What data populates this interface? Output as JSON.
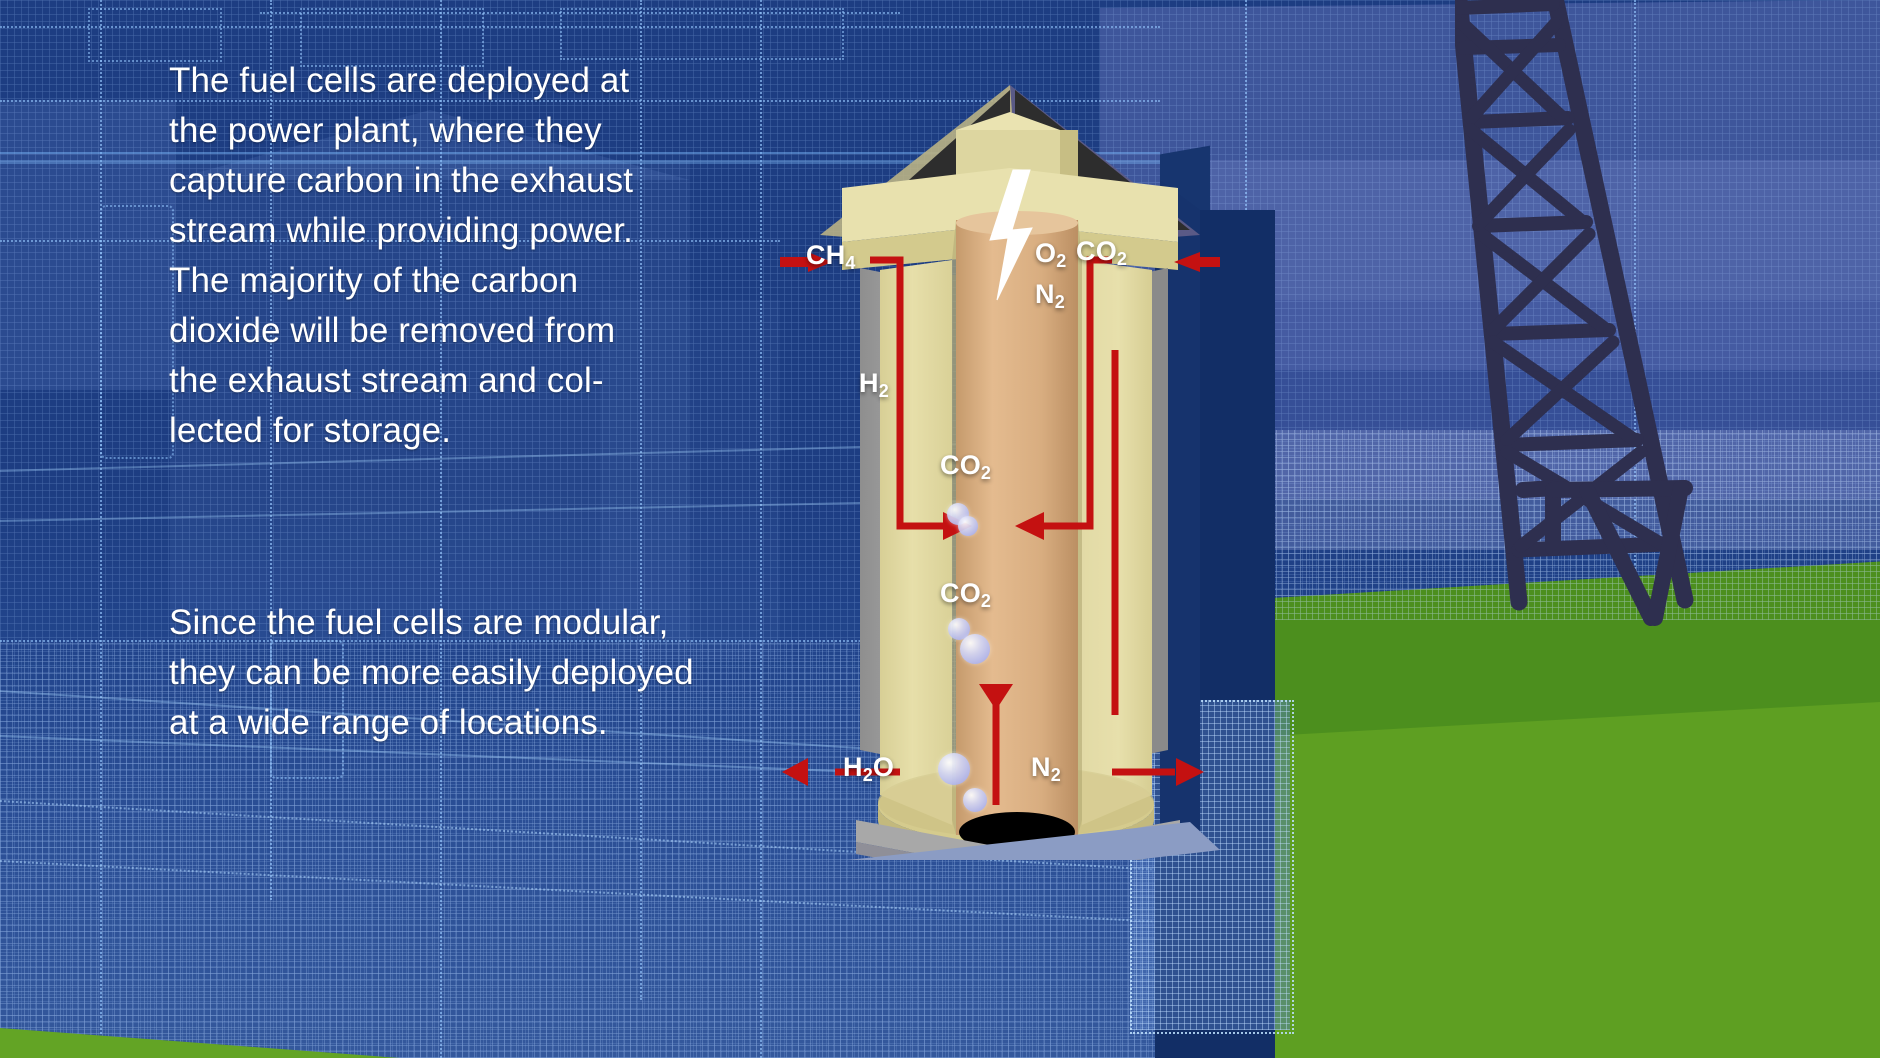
{
  "scene": {
    "title": "Fuel cell carbon capture at a power plant",
    "colors": {
      "background_blue": "#1d3d82",
      "blueprint_line": "#96c8ff",
      "grass_green": "#5e9f22",
      "tower_dark": "#2e2f4f",
      "cell_body_yellow": "#ddd69a",
      "cell_core_tan": "#d8b183",
      "arrow_red": "#c41111",
      "text_white": "#ffffff"
    }
  },
  "narrative": {
    "paragraph_1": "The fuel cells are deployed at\nthe power plant, where they\ncapture carbon in the exhaust\nstream while providing power.\nThe majority of the carbon\ndioxide will be removed from\nthe exhaust stream and col-\nlected for storage.",
    "paragraph_2": "Since the fuel cells are modular,\nthey can be more easily deployed\nat a wide range of locations."
  },
  "diagram": {
    "name": "molten-carbonate-fuel-cell-cutaway",
    "power_icon": "lightning-bolt-icon",
    "labels": [
      {
        "id": "ch4",
        "species": "CH",
        "sub": "4",
        "position": "top-left-inlet"
      },
      {
        "id": "o2",
        "species": "O",
        "sub": "2",
        "position": "top-right-inlet"
      },
      {
        "id": "co2-in",
        "species": "CO",
        "sub": "2",
        "position": "top-right-inlet"
      },
      {
        "id": "n2-top",
        "species": "N",
        "sub": "2",
        "position": "upper-right"
      },
      {
        "id": "h2",
        "species": "H",
        "sub": "2",
        "position": "mid-left"
      },
      {
        "id": "co2-mid",
        "species": "CO",
        "sub": "2",
        "position": "center-upper"
      },
      {
        "id": "co2-low",
        "species": "CO",
        "sub": "2",
        "position": "center-lower"
      },
      {
        "id": "h2o",
        "species": "H",
        "sub": "2",
        "suffix": "O",
        "position": "bottom-left-outlet"
      },
      {
        "id": "n2-bottom",
        "species": "N",
        "sub": "2",
        "position": "bottom-right-outlet"
      }
    ],
    "flows": [
      {
        "from": "CH4",
        "direction": "in",
        "side": "left"
      },
      {
        "from": "O2 / CO2",
        "direction": "in",
        "side": "right"
      },
      {
        "from": "H2",
        "direction": "down-then-right",
        "side": "left"
      },
      {
        "from": "N2",
        "direction": "down-then-left",
        "side": "right"
      },
      {
        "from": "CO2",
        "direction": "down",
        "side": "center"
      },
      {
        "from": "H2O",
        "direction": "out",
        "side": "left"
      },
      {
        "from": "N2",
        "direction": "out",
        "side": "right"
      }
    ],
    "bubble_label": "co2-molecule-bubble"
  },
  "environment": {
    "transmission_tower": "power-transmission-tower",
    "ground": "grass-field",
    "backdrop": "blueprint-grid-power-plant"
  }
}
